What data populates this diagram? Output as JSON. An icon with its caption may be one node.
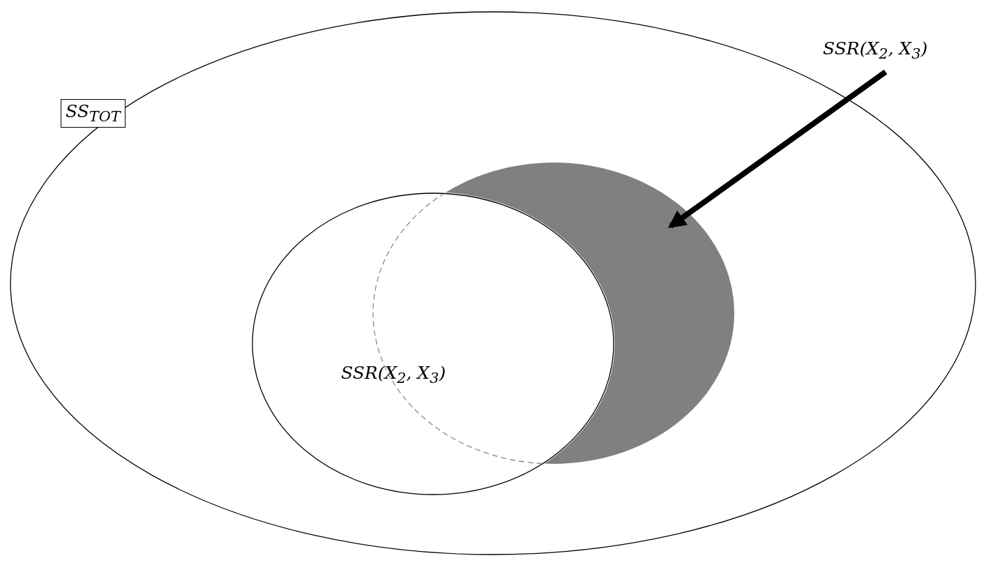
{
  "diagram": {
    "nodes": [
      {
        "text": [
          "SS$_{TOT}$"
        ]
      },
      {
        "text": [
          "SSR(X$_{2}$, X$_{3}$)"
        ],
        "in": 0
      },
      {
        "text": [],
        "shape": "ellipse",
        "in": 0
      },
      {
        "text": [
          "SSR(X$_{2}$, X$_{3}$)"
        ]
      }
    ],
    "edges": [
      {
        "from": 3,
        "to": 2,
        "arrow": "to"
      }
    ]
  }
}
